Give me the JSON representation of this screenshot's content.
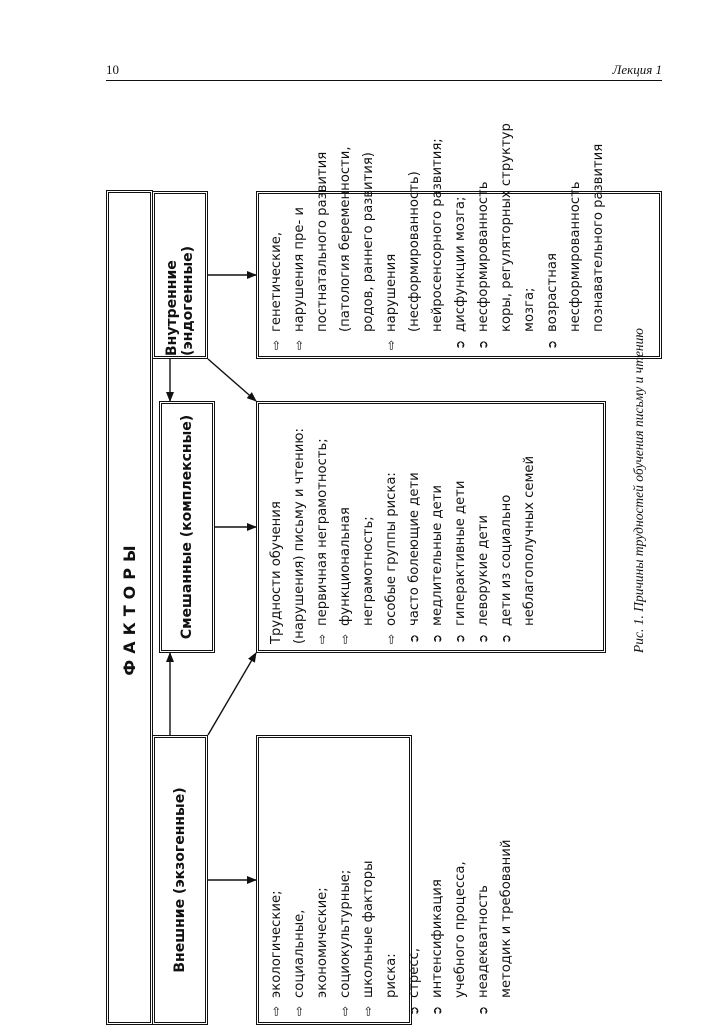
{
  "page": {
    "number": "10",
    "running_title": "Лекция  1"
  },
  "diagram": {
    "title": "ФАКТОРЫ",
    "columns": [
      {
        "key": "ext",
        "header": "Внешние (экзогенные)",
        "lines": [
          {
            "m": "dot",
            "t": "экологические;"
          },
          {
            "m": "dot",
            "t": "социальные,"
          },
          {
            "m": "",
            "t": "экономические;"
          },
          {
            "m": "dot",
            "t": "социокультурные;"
          },
          {
            "m": "dot",
            "t": "школьные факторы"
          },
          {
            "m": "",
            "t": "риска:"
          },
          {
            "m": "arrow",
            "t": "стресс,"
          },
          {
            "m": "arrow",
            "t": "интенсификация"
          },
          {
            "m": "",
            "t": "учебного процесса,"
          },
          {
            "m": "arrow",
            "t": "неадекватность"
          },
          {
            "m": "",
            "t": "методик и требований"
          }
        ]
      },
      {
        "key": "mix",
        "header": "Смешанные (комплексные)",
        "lines": [
          {
            "m": "none",
            "t": "Трудности обучения"
          },
          {
            "m": "none",
            "t": "(нарушения) письму и чтению:"
          },
          {
            "m": "dot",
            "t": "первичная неграмотность;"
          },
          {
            "m": "dot",
            "t": "функциональная"
          },
          {
            "m": "",
            "t": "неграмотность;"
          },
          {
            "m": "dot",
            "t": "особые группы риска:"
          },
          {
            "m": "arrow",
            "t": "часто болеющие дети"
          },
          {
            "m": "arrow",
            "t": "медлительные дети"
          },
          {
            "m": "arrow",
            "t": "гиперактивные дети"
          },
          {
            "m": "arrow",
            "t": "леворукие дети"
          },
          {
            "m": "arrow",
            "t": "дети из социально"
          },
          {
            "m": "",
            "t": "неблагополучных семей"
          }
        ]
      },
      {
        "key": "int",
        "header": "Внутренние (эндогенные)",
        "lines": [
          {
            "m": "dot",
            "t": "генетические,"
          },
          {
            "m": "dot",
            "t": "нарушения пре- и"
          },
          {
            "m": "",
            "t": "постнатального развития"
          },
          {
            "m": "",
            "t": "(патология беременности,"
          },
          {
            "m": "",
            "t": "родов, раннего развития)"
          },
          {
            "m": "dot",
            "t": "нарушения"
          },
          {
            "m": "",
            "t": "(несформированность)"
          },
          {
            "m": "",
            "t": "нейросенсорного развития;"
          },
          {
            "m": "arrow",
            "t": "дисфункции мозга;"
          },
          {
            "m": "arrow",
            "t": "несформированность"
          },
          {
            "m": "",
            "t": "коры, регуляторных структур"
          },
          {
            "m": "",
            "t": "мозга;"
          },
          {
            "m": "arrow",
            "t": "возрастная"
          },
          {
            "m": "",
            "t": "несформированность"
          },
          {
            "m": "",
            "t": "познавательного развития"
          }
        ]
      }
    ],
    "caption": "Рис. 1. Причины трудностей обучения письму и чтению"
  },
  "markers": {
    "dot": "⇨",
    "arrow": "➲"
  }
}
